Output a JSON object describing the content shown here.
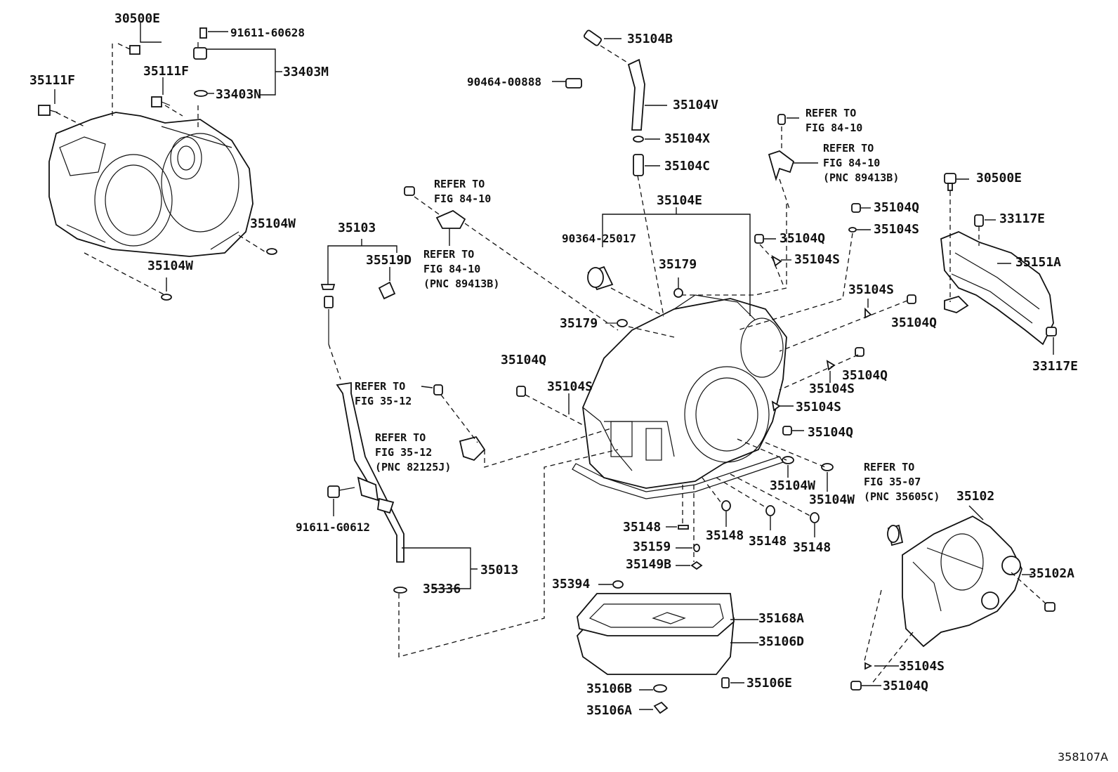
{
  "labels": {
    "l30500E_top": "30500E",
    "l91611_60628": "91611-60628",
    "l33403M": "33403M",
    "l33403N": "33403N",
    "l35111F_a": "35111F",
    "l35111F_b": "35111F",
    "l35104W_a": "35104W",
    "l35104W_b": "35104W",
    "l35104B": "35104B",
    "l90464": "90464-00888",
    "l35104V": "35104V",
    "l35104X": "35104X",
    "l35104C": "35104C",
    "l35104E": "35104E",
    "l90364": "90364-25017",
    "l35179_a": "35179",
    "l35179_b": "35179",
    "l35103": "35103",
    "l35519D": "35519D",
    "l35104Q_a": "35104Q",
    "l35104Q_b": "35104Q",
    "l35104Q_c": "35104Q",
    "l35104Q_d": "35104Q",
    "l35104Q_e": "35104Q",
    "l35104Q_f": "35104Q",
    "l35104Q_g": "35104Q",
    "l35104S_a": "35104S",
    "l35104S_b": "35104S",
    "l35104S_c": "35104S",
    "l35104S_d": "35104S",
    "l35104S_e": "35104S",
    "l35104S_f": "35104S",
    "l35104S_g": "35104S",
    "l30500E_r": "30500E",
    "l33117E_a": "33117E",
    "l33117E_b": "33117E",
    "l35151A": "35151A",
    "l35104W_c": "35104W",
    "l35104W_d": "35104W",
    "l35148_a": "35148",
    "l35148_b": "35148",
    "l35148_c": "35148",
    "l35148_d": "35148",
    "l35159": "35159",
    "l35149B": "35149B",
    "l35394": "35394",
    "l35168A": "35168A",
    "l35106D": "35106D",
    "l35106B": "35106B",
    "l35106E": "35106E",
    "l35106A": "35106A",
    "l35102": "35102",
    "l35102A": "35102A",
    "l91611_G0612": "91611-G0612",
    "l35013": "35013",
    "l35336": "35336",
    "ref_84_10_a": "REFER TO\nFIG 84-10",
    "ref_84_10_b": "REFER TO\nFIG 84-10\n(PNC 89413B)",
    "ref_84_10_c": "REFER TO\nFIG 84-10",
    "ref_84_10_d": "REFER TO\nFIG 84-10\n(PNC 89413B)",
    "ref_35_12_a": "REFER TO\nFIG 35-12",
    "ref_35_12_b": "REFER TO\nFIG 35-12\n(PNC 82125J)",
    "ref_35_07": "REFER TO\nFIG 35-07\n(PNC 35605C)"
  },
  "figure_id": "358107A"
}
